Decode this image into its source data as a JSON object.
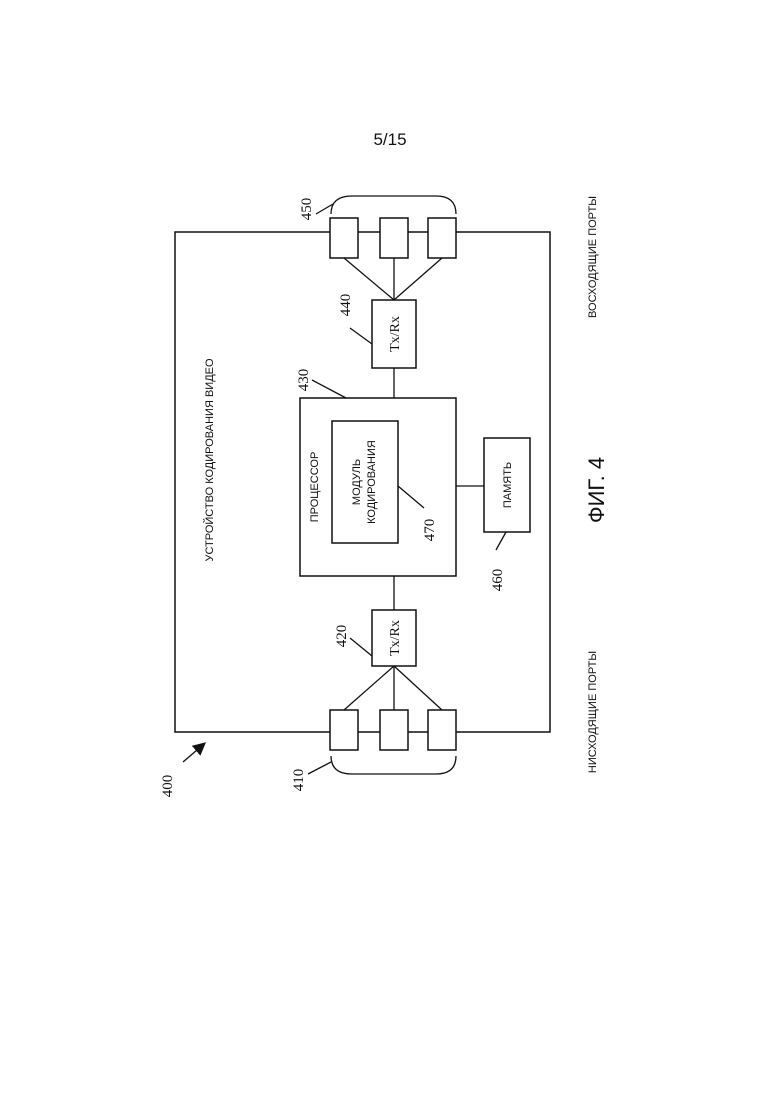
{
  "page_number": "5/15",
  "figure_caption": "ФИГ. 4",
  "device": {
    "ref": "400",
    "label": "УСТРОЙСТВО КОДИРОВАНИЯ ВИДЕО"
  },
  "downstream_ports": {
    "ref": "410",
    "label": "НИСХОДЯЩИЕ ПОРТЫ"
  },
  "upstream_ports": {
    "ref": "450",
    "label": "ВОСХОДЯЩИЕ ПОРТЫ"
  },
  "txrx_down": {
    "ref": "420",
    "label": "Tx/Rx"
  },
  "txrx_up": {
    "ref": "440",
    "label": "Tx/Rx"
  },
  "processor": {
    "ref": "430",
    "label": "ПРОЦЕССОР"
  },
  "coding_module": {
    "ref": "470",
    "line1": "МОДУЛЬ",
    "line2": "КОДИРОВАНИЯ"
  },
  "memory": {
    "ref": "460",
    "label": "ПАМЯТЬ"
  }
}
